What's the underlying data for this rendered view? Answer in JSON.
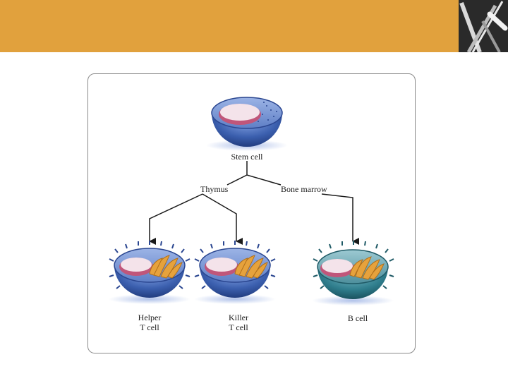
{
  "colors": {
    "header_band": "#e1a13d",
    "logo_bg": "#2a2a2a",
    "cell_blue": "#3b5fae",
    "cell_teal": "#2f7d8c",
    "nucleus_pink": "#c0567a",
    "nucleus_light": "#f4e3ea",
    "mitochondria": "#e6a23c"
  },
  "logo": {
    "icon": "crossed-lines-logo"
  },
  "diagram": {
    "stem_cell_label": "Stem cell",
    "thymus_label": "Thymus",
    "bone_marrow_label": "Bone marrow",
    "helper_label_line1": "Helper",
    "helper_label_line2": "T cell",
    "killer_label_line1": "Killer",
    "killer_label_line2": "T cell",
    "b_cell_label": "B cell"
  }
}
